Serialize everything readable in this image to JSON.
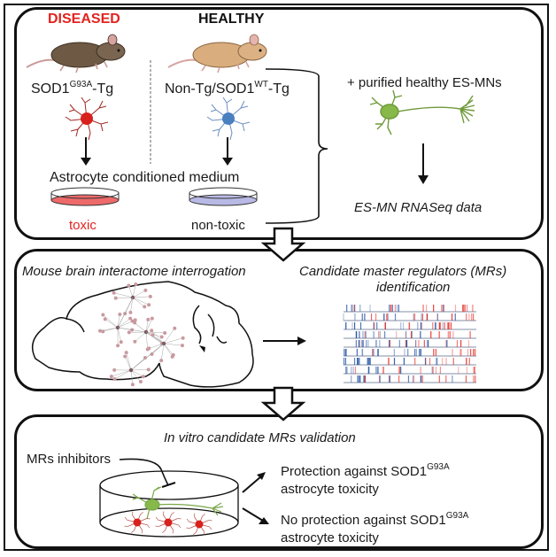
{
  "panel1": {
    "diseased_label": "DISEASED",
    "healthy_label": "HEALTHY",
    "diseased_genotype": {
      "base": "SOD1",
      "sup": "G93A",
      "suffix": "-Tg"
    },
    "healthy_genotype": {
      "base": "Non-Tg/SOD1",
      "sup": "WT",
      "suffix": "-Tg"
    },
    "medium_label": "Astrocyte conditioned medium",
    "toxic_label": "toxic",
    "nontoxic_label": "non-toxic",
    "es_mn_label": "+ purified healthy ES-MNs",
    "rnaseq_label": "ES-MN RNASeq data"
  },
  "panel2": {
    "interactome_label": "Mouse brain interactome interrogation",
    "mr_label_line1": "Candidate master regulators (MRs)",
    "mr_label_line2": "identification"
  },
  "panel3": {
    "title": "In vitro candidate MRs validation",
    "inhibitors_label": "MRs inhibitors",
    "outcome1": {
      "line1_base": "Protection against SOD1",
      "sup": "G93A",
      "line2": "astrocyte toxicity"
    },
    "outcome2": {
      "line1_base": "No protection against SOD1",
      "sup": "G93A",
      "line2": "astrocyte toxicity"
    }
  },
  "colors": {
    "diseased": "#e2241f",
    "toxic_medium": "#ee6a6a",
    "nontoxic_medium": "#b9b9e6",
    "astrocyte_red": "#d8201c",
    "astrocyte_blue": "#4a7fc0",
    "neuron_green": "#86b84a",
    "network_node": "#c99aa0",
    "heat_blue": "#2d5aa8",
    "heat_red": "#e8302a"
  }
}
